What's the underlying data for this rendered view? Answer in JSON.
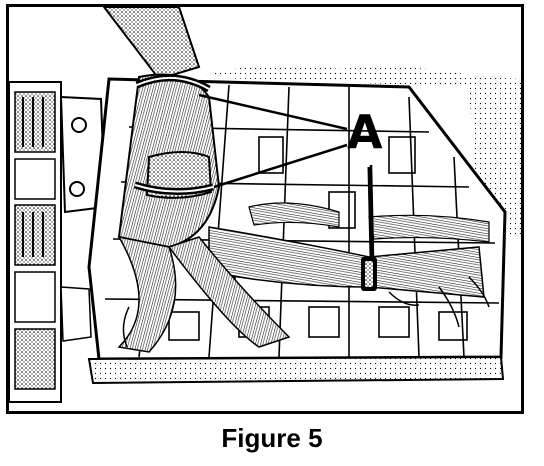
{
  "figure": {
    "callout_label": "A",
    "caption": "Figure 5"
  },
  "colors": {
    "ink": "#000000",
    "paper": "#ffffff",
    "shade": "#9a9a9a"
  },
  "icons": {
    "illustration": "wire-harness-fuse-box-drawing"
  }
}
